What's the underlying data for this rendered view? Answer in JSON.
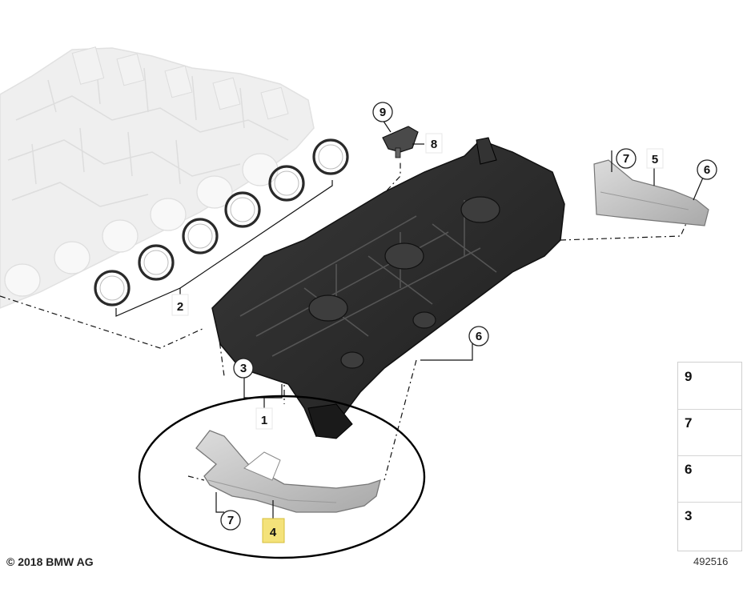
{
  "callouts": {
    "c1": "1",
    "c2": "2",
    "c3": "3",
    "c4": "4",
    "c5": "5",
    "c6a": "6",
    "c6b": "6",
    "c7a": "7",
    "c7b": "7",
    "c8": "8",
    "c9": "9"
  },
  "legend": {
    "items": [
      "9",
      "7",
      "6",
      "3"
    ]
  },
  "footer": {
    "copyright": "© 2018 BMW AG",
    "diagram_number": "492516"
  },
  "colors": {
    "manifold": "#2b2b2b",
    "engine_ghost": "#d8d8d8",
    "bracket": "#bfbfbf",
    "highlight": "#f4e27a"
  }
}
